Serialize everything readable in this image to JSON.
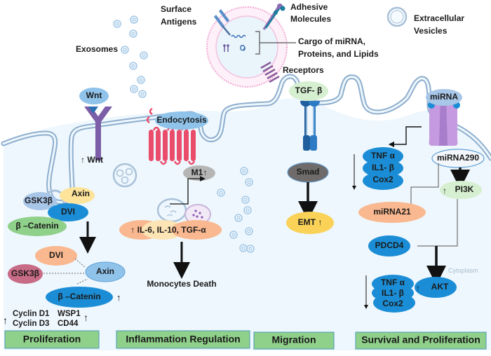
{
  "colors": {
    "cytoplasm": "#eef7fd",
    "membrane": "#a9c1d9",
    "membrane_inner": "#eef7fd",
    "function_box": "#8fd08a",
    "function_box_border": "#4a9ab5",
    "node_blue": "#1b8dd6",
    "node_lightblue": "#8fc3ea",
    "node_paleblue": "#a8c6e8",
    "node_green": "#8fd08a",
    "node_palegreen": "#d6efd0",
    "node_yellow": "#fde49a",
    "node_orange": "#f9b88f",
    "node_pink": "#c86b86",
    "node_gray": "#b5b5b5",
    "node_darkgray": "#6f6b6b",
    "node_gold": "#f9d257",
    "node_white": "#f3f6fa",
    "receptor_purple": "#7b5ea7",
    "receptor_pink": "#ea4c6b",
    "receptor_violet": "#c59ae0",
    "tgf_receptor": "#1f5f9e",
    "exosome": "#a7c9e6",
    "vesicle_border": "#f3a9d4"
  },
  "legend": {
    "exosomes": "Exosomes",
    "surface_antigens": "Surface Antigens",
    "adhesive_molecules": "Adhesive Molecules",
    "cargo": "Cargo of miRNA, Proteins, and Lipids",
    "receptors": "Receptors",
    "extracellular_vesicles": "Extracellular Vesicles",
    "cytoplasm": "Cytoplasm"
  },
  "wnt_pathway": {
    "ligand": "Wnt",
    "wnt_up": "↑ Wnt",
    "complex": {
      "gsk3b": "GSK3β",
      "axin": "Axin",
      "dvl": "DVI",
      "beta_catenin": "β –Catenin"
    },
    "dissociated": {
      "dvl": "DVI",
      "gsk3b": "GSK3β",
      "axin": "Axin",
      "beta_catenin": "β –Catenin",
      "beta_catenin_arrow": "↑"
    },
    "targets": {
      "arrow_left": "↑",
      "cyclin_d1": "Cyclin D1",
      "cyclin_d3": "Cyclin D3",
      "wsp1": "WSP1",
      "cd44": "CD44",
      "arrow_right": "↑"
    }
  },
  "inflammation_pathway": {
    "endocytosis": "Endocytosis",
    "m1": "M1↑",
    "cytokines": "↑ IL-6, IL-10, TGF-α",
    "outcome": "Monocytes Death"
  },
  "migration_pathway": {
    "ligand": "TGF- β",
    "smad": "Smad",
    "emt": "EMT ↑"
  },
  "survival_pathway": {
    "ligand": "miRNA",
    "cytokines_top": [
      "TNF α",
      "IL1- β",
      "Cox2"
    ],
    "mirna290": "miRNA290",
    "pi3k": "PI3K",
    "pi3k_arrow": "↑",
    "mirna21": "miRNA21",
    "pdcd4": "PDCD4",
    "cytokines_bottom": [
      "TNF α",
      "IL1- β",
      "Cox2"
    ],
    "akt": "AKT",
    "akt_arrow": "↑"
  },
  "functions": [
    {
      "label": "Proliferation"
    },
    {
      "label": "Inflammation Regulation"
    },
    {
      "label": "Migration"
    },
    {
      "label": "Survival and Proliferation"
    }
  ]
}
